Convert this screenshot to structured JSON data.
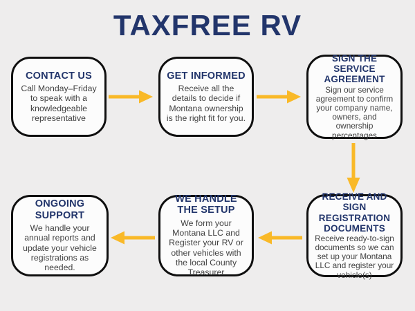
{
  "title": "TAXFREE RV",
  "colors": {
    "background": "#EEEDED",
    "navy": "#22356B",
    "body_text": "#414141",
    "arrow": "#F9B928",
    "box_bg": "#FCFCFC",
    "box_border": "#0F0F0F"
  },
  "steps": [
    {
      "heading": "CONTACT US",
      "body": "Call Monday–Friday to speak with a knowledgeable representative"
    },
    {
      "heading": "GET INFORMED",
      "body": "Receive all the details to decide if Montana ownership is the right fit for you."
    },
    {
      "heading": "SIGN THE SERVICE AGREEMENT",
      "body": "Sign our service agreement to confirm your company name, owners, and ownership percentages"
    },
    {
      "heading": "RECEIVE AND SIGN REGISTRATION DOCUMENTS",
      "body": "Receive ready-to-sign documents so we can set up your Montana LLC and register your vehicle(s)"
    },
    {
      "heading": "WE HANDLE THE SETUP",
      "body": "We form your Montana LLC and Register your RV or other vehicles with the local County Treasurer"
    },
    {
      "heading": "ONGOING SUPPORT",
      "body": "We handle your annual reports and update your vehicle registrations as needed."
    }
  ]
}
